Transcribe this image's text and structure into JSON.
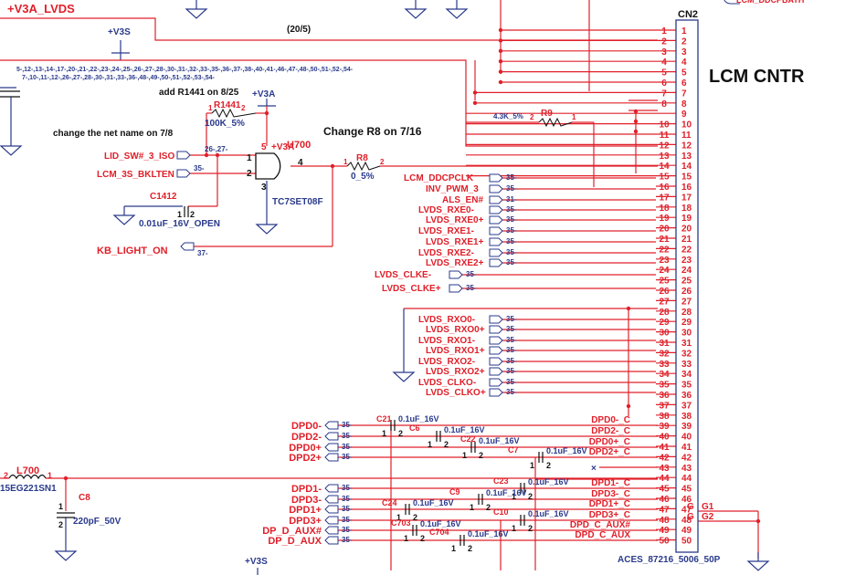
{
  "connector": {
    "ref": "CN2",
    "title": "LCM CNTR",
    "part": "ACES_87216_5006_50P",
    "pins_col_a": [
      "1",
      "2",
      "3",
      "4",
      "5",
      "6",
      "7",
      "8",
      "9",
      "10",
      "11",
      "12",
      "13",
      "14",
      "15",
      "16",
      "17",
      "18",
      "19",
      "20",
      "21",
      "22",
      "23",
      "24",
      "25",
      "26",
      "27",
      "28",
      "29",
      "30",
      "31",
      "32",
      "33",
      "34",
      "35",
      "36",
      "37",
      "38",
      "39",
      "40",
      "41",
      "42",
      "43",
      "44",
      "45",
      "46",
      "47",
      "48",
      "49",
      "50"
    ],
    "pins_col_b": [
      "1",
      "2",
      "3",
      "4",
      "5",
      "6",
      "7",
      "8",
      "10",
      "11",
      "12",
      "13",
      "14",
      "15",
      "16",
      "17",
      "18",
      "19",
      "20",
      "21",
      "22",
      "23",
      "24",
      "25",
      "26",
      "27",
      "28",
      "29",
      "30",
      "31",
      "32",
      "33",
      "34",
      "35",
      "36",
      "37",
      "38",
      "39",
      "40",
      "41",
      "42",
      "43",
      "44",
      "45",
      "46",
      "47",
      "48",
      "49",
      "50"
    ],
    "ground_pins": [
      {
        "label": "G",
        "pin": "G1"
      },
      {
        "label": "G",
        "pin": "G2"
      }
    ]
  },
  "power": {
    "v3a_lvds": "+V3A_LVDS",
    "v3s": "+V3S",
    "v3a": "+V3A",
    "v3s_bottom": "+V3S"
  },
  "notes": {
    "page_ref": "(20/5)",
    "offpage_list_1": "5-,12-,13-,14-,17-,20-,21-,22-,23-,24-,25-,26-,27-,28-,30-,31-,32-,33-,35-,36-,37-,38-,40-,41-,46-,47-,48-,50-,51-,52-,54-",
    "offpage_list_2": "7-,10-,11-,12-,26-,27-,28-,30-,31-,33-,36-,48-,49-,50-,51-,52-,53-,54-",
    "add_r1441": "add R1441 on 8/25",
    "change_net": "change the net name on 7/8",
    "change_r8": "Change R8 on 7/16",
    "bat_label": "LCM_DDCPBATH"
  },
  "components": {
    "r1441": {
      "ref": "R1441",
      "value": "100K_5%",
      "pin1": "1",
      "pin2": "2"
    },
    "u700": {
      "ref": "U700",
      "part": "TC7SET08F",
      "pins": [
        "1",
        "2",
        "3",
        "4",
        "5"
      ]
    },
    "r8": {
      "ref": "R8",
      "value": "0_5%",
      "pin1": "1",
      "pin2": "2"
    },
    "r9": {
      "ref": "R9",
      "value": "4.3K_5%",
      "pin1": "2",
      "pin2": "1"
    },
    "c1412": {
      "ref": "C1412",
      "value": "0.01uF_16V_OPEN",
      "pin1": "1",
      "pin2": "2"
    },
    "l700": {
      "ref": "L700",
      "value": "15EG221SN1",
      "pin1": "2",
      "pin2": "1"
    },
    "c8": {
      "ref": "C8",
      "value": "220pF_50V",
      "pin1": "1",
      "pin2": "2"
    }
  },
  "gate_inputs": [
    {
      "net": "LID_SW#_3_ISO",
      "ref": "26-,27-"
    },
    {
      "net": "LCM_3S_BKLTEN",
      "ref": "35-"
    }
  ],
  "kb_light": {
    "net": "KB_LIGHT_ON",
    "ref": "37-"
  },
  "nets_right": [
    {
      "net": "LCM_DDCPCLK",
      "ref": "35-"
    },
    {
      "net": "INV_PWM_3",
      "ref": "35-"
    },
    {
      "net": "ALS_EN#",
      "ref": "31-"
    },
    {
      "net": "LVDS_RXE0-",
      "ref": "35-"
    },
    {
      "net": "LVDS_RXE0+",
      "ref": "35-"
    },
    {
      "net": "LVDS_RXE1-",
      "ref": "35-"
    },
    {
      "net": "LVDS_RXE1+",
      "ref": "35-"
    },
    {
      "net": "LVDS_RXE2-",
      "ref": "35-"
    },
    {
      "net": "LVDS_RXE2+",
      "ref": "35-"
    },
    {
      "net": "LVDS_CLKE-",
      "ref": "35-"
    },
    {
      "net": "LVDS_CLKE+",
      "ref": "35-"
    },
    {
      "net": "LVDS_RXO0-",
      "ref": "35-"
    },
    {
      "net": "LVDS_RXO0+",
      "ref": "35-"
    },
    {
      "net": "LVDS_RXO1-",
      "ref": "35-"
    },
    {
      "net": "LVDS_RXO1+",
      "ref": "35-"
    },
    {
      "net": "LVDS_RXO2-",
      "ref": "35-"
    },
    {
      "net": "LVDS_RXO2+",
      "ref": "35-"
    },
    {
      "net": "LVDS_CLKO-",
      "ref": "35-"
    },
    {
      "net": "LVDS_CLKO+",
      "ref": "35-"
    }
  ],
  "dp_inputs": [
    {
      "net": "DPD0-",
      "ref": "35-"
    },
    {
      "net": "DPD2-",
      "ref": "35-"
    },
    {
      "net": "DPD0+",
      "ref": "35-"
    },
    {
      "net": "DPD2+",
      "ref": "35-"
    },
    {
      "net": "DPD1-",
      "ref": "35-"
    },
    {
      "net": "DPD3-",
      "ref": "35-"
    },
    {
      "net": "DPD1+",
      "ref": "35-"
    },
    {
      "net": "DPD3+",
      "ref": "35-"
    },
    {
      "net": "DP_D_AUX#",
      "ref": "35-"
    },
    {
      "net": "DP_D_AUX",
      "ref": "35-"
    }
  ],
  "dp_caps": [
    {
      "ref": "C21",
      "value": "0.1uF_16V"
    },
    {
      "ref": "C6",
      "value": "0.1uF_16V"
    },
    {
      "ref": "C22",
      "value": "0.1uF_16V"
    },
    {
      "ref": "C7",
      "value": "0.1uF_16V"
    },
    {
      "ref": "C23",
      "value": "0.1uF_16V"
    },
    {
      "ref": "C9",
      "value": "0.1uF_16V"
    },
    {
      "ref": "C24",
      "value": "0.1uF_16V"
    },
    {
      "ref": "C10",
      "value": "0.1uF_16V"
    },
    {
      "ref": "C703",
      "value": "0.1uF_16V"
    },
    {
      "ref": "C704",
      "value": "0.1uF_16V"
    }
  ],
  "dp_outputs": [
    "DPD0-_C",
    "DPD2-_C",
    "DPD0+_C",
    "DPD2+_C",
    "DPD1-_C",
    "DPD3-_C",
    "DPD1+_C",
    "DPD3+_C",
    "DPD_C_AUX#",
    "DPD_C_AUX"
  ],
  "pin_ones": [
    "1",
    "1",
    "1",
    "1",
    "1",
    "1",
    "1",
    "1",
    "1",
    "1"
  ],
  "pin_twos": [
    "2",
    "2",
    "2",
    "2",
    "2",
    "2",
    "2",
    "2",
    "2",
    "2"
  ]
}
